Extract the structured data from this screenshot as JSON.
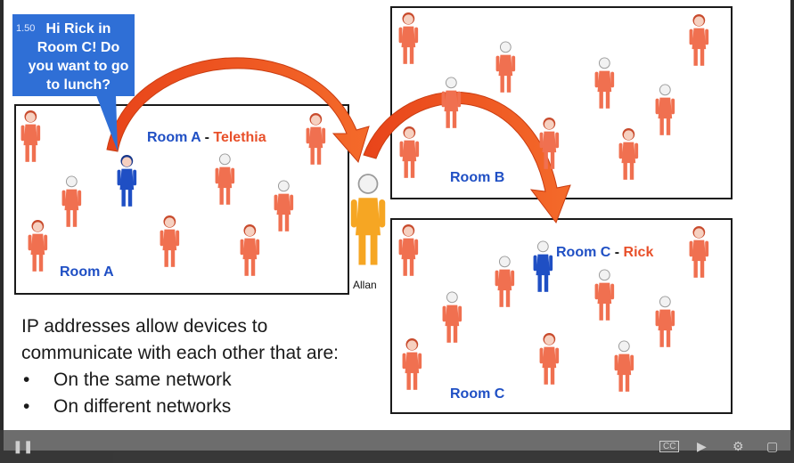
{
  "bubble": {
    "version": "1.50",
    "text": "Hi Rick in Room C! Do you want to go to lunch?"
  },
  "roomA": {
    "title_name": "Room A",
    "title_sep": " - ",
    "title_person": "Telethia",
    "footer": "Room A"
  },
  "roomB": {
    "footer": "Room B"
  },
  "roomC": {
    "title_name": "Room C",
    "title_sep": " - ",
    "title_person": "Rick",
    "footer": "Room C"
  },
  "allan": {
    "label": "Allan"
  },
  "body": {
    "paragraph": "IP addresses allow devices to communicate with each other that are:",
    "bullets": [
      "On the same network",
      "On different networks"
    ]
  },
  "colors": {
    "person_red": "#f07050",
    "person_blue": "#1f4fc4",
    "allan_orange": "#f6a623",
    "arrow": "#f0541e",
    "bubble": "#2f6fd6"
  },
  "icons": {
    "person": "person-icon",
    "play": "play-icon",
    "captions": "captions-icon",
    "volume": "volume-icon",
    "settings": "gear-icon",
    "fullscreen": "fullscreen-icon"
  }
}
